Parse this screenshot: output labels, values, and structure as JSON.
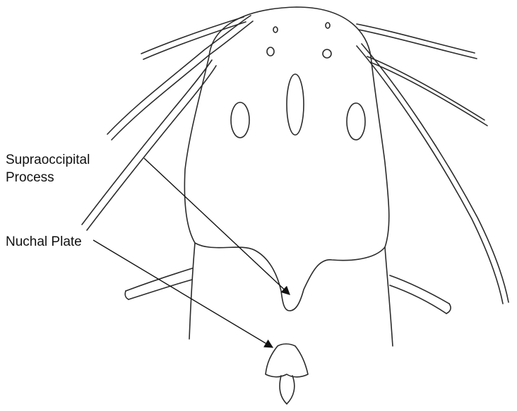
{
  "labels": {
    "supraoccipital_line1": "Supraoccipital",
    "supraoccipital_line2": "Process",
    "nuchal_plate": "Nuchal Plate"
  },
  "colors": {
    "ink": "#2b2b2b",
    "background": "#ffffff"
  }
}
